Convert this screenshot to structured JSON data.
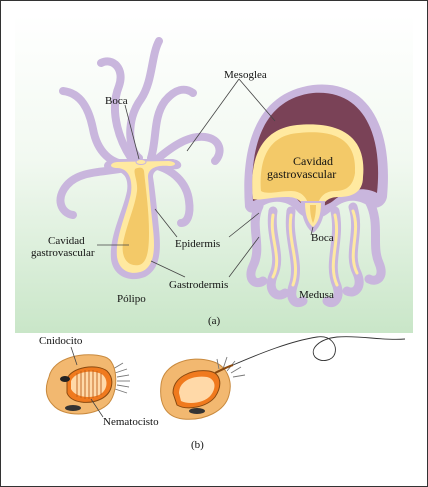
{
  "colors": {
    "background_top": "#ffffff",
    "background_bottom": "#cde8cc",
    "epidermis": "#c9b6dd",
    "gastrodermis": "#ffe9a0",
    "cavity": "#f3c968",
    "mesoglea": "#7a4257",
    "cnidocyte": "#f2b870",
    "nematocyst": "#f07a1e"
  },
  "labels": {
    "boca_polyp": "Boca",
    "mesoglea": "Mesoglea",
    "cavidad_polyp_line1": "Cavidad",
    "cavidad_polyp_line2": "gastrovascular",
    "epidermis": "Epidermis",
    "gastrodermis": "Gastrodermis",
    "polipo": "Pólipo",
    "cavidad_medusa_line1": "Cavidad",
    "cavidad_medusa_line2": "gastrovascular",
    "boca_medusa": "Boca",
    "medusa": "Medusa",
    "panel_a": "(a)",
    "cnidocito": "Cnidocito",
    "nematocisto": "Nematocisto",
    "panel_b": "(b)"
  }
}
